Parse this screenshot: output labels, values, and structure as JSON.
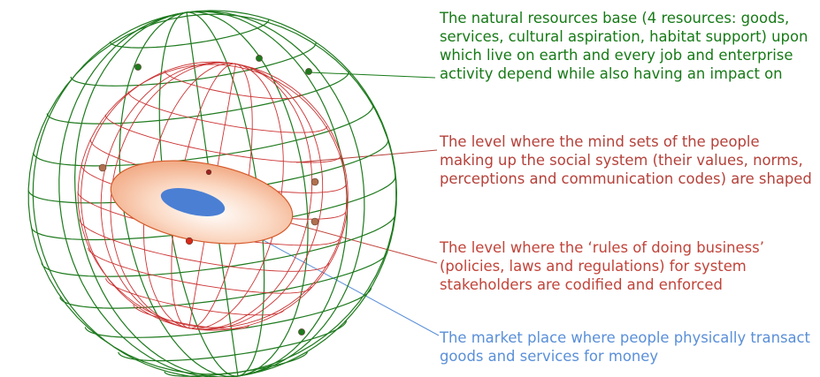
{
  "colors": {
    "outer_sphere": "#1e7a1e",
    "inner_sphere": "#cc3333",
    "social_disc_fill": "#f7c2a4",
    "social_disc_stroke": "#d65a2a",
    "market_disc": "#4a7fd4",
    "label_resources": "#177a17",
    "label_mindsets": "#b5413a",
    "label_rules": "#c1443a",
    "label_market": "#5a8fd8"
  },
  "labels": {
    "resources": "The natural resources base (4 resources: goods, services, cultural aspiration, habitat support) upon which live on earth and every job and enterprise activity depend while also having an impact on",
    "mindsets": "The level where the mind sets of the people making up the social system (their values, norms, perceptions and communication codes) are shaped",
    "rules": "The level where the ‘rules of doing business’ (policies, laws and regulations) for system stakeholders are codified and enforced",
    "market": "The market place where people physically transact goods and services for money"
  }
}
